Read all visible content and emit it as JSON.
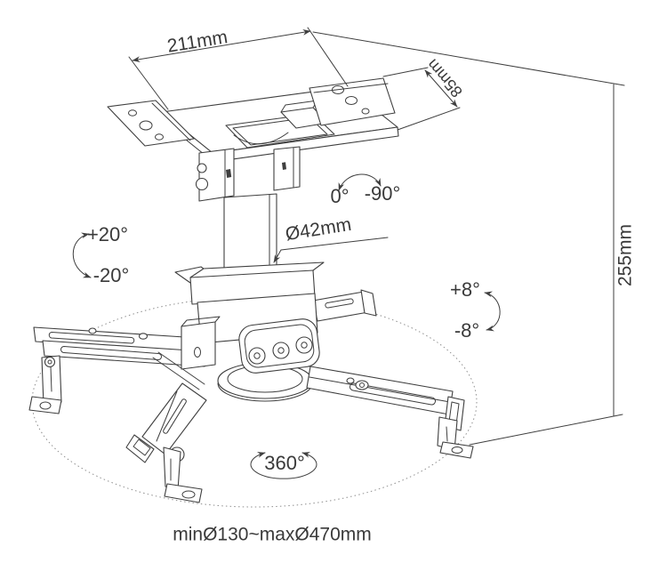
{
  "diagram": {
    "type": "technical-drawing",
    "subject": "projector-ceiling-mount",
    "labels": {
      "width": "211mm",
      "depth": "85mm",
      "height": "255mm",
      "pole_diameter": "Ø42mm",
      "rotation_zero": "0°",
      "rotation_minus_90": "-90°",
      "tilt_plus": "+20°",
      "tilt_minus": "-20°",
      "swivel_plus": "+8°",
      "swivel_minus": "-8°",
      "full_rotation": "360°",
      "mount_range": "minØ130~maxØ470mm"
    },
    "colors": {
      "line": "#3f3f3f",
      "text": "#3a3a3a",
      "dashed_guide": "#8f8f8f",
      "background": "#ffffff"
    }
  }
}
